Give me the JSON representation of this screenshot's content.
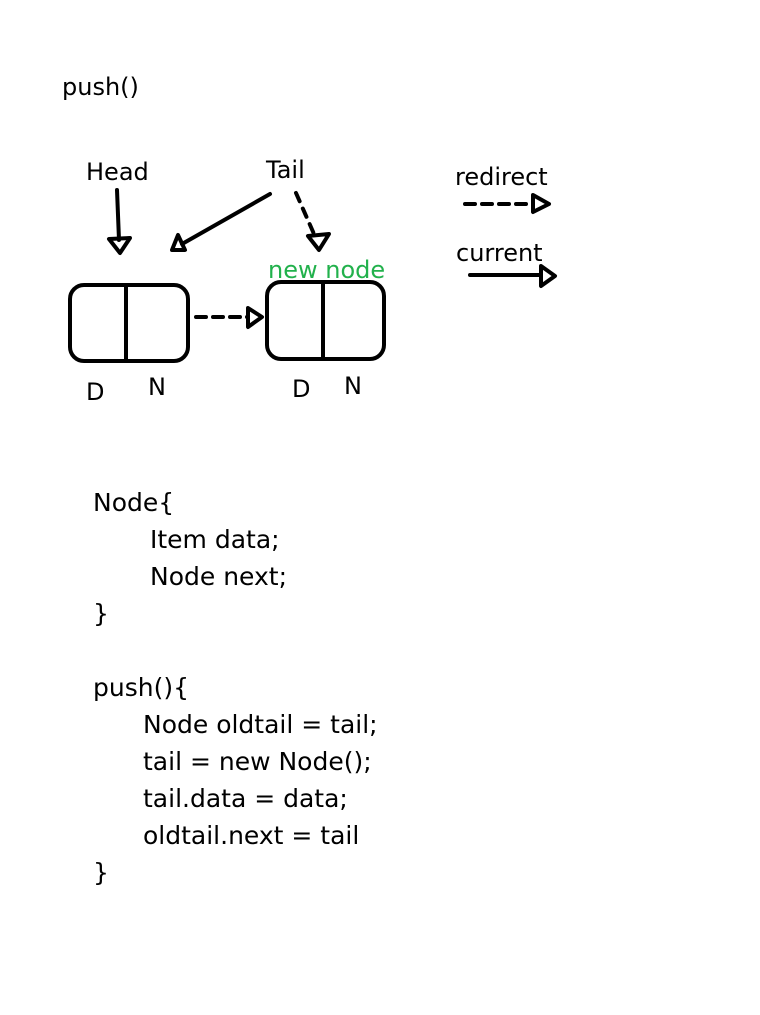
{
  "title": "push()",
  "pointers": {
    "head": "Head",
    "tail": "Tail"
  },
  "new_node_label": "new node",
  "nodes": [
    {
      "data_field": "D",
      "next_field": "N"
    },
    {
      "data_field": "D",
      "next_field": "N"
    }
  ],
  "legend": {
    "redirect": "redirect",
    "current": "current"
  },
  "colors": {
    "ink": "#000000",
    "new_node": "#22b14c",
    "background": "#ffffff"
  },
  "code": {
    "node_struct": [
      "Node{",
      "Item data;",
      "Node next;",
      "}"
    ],
    "push_fn": [
      "push(){",
      "Node oldtail = tail;",
      "tail = new Node();",
      "tail.data = data;",
      "oldtail.next = tail",
      "}"
    ]
  }
}
